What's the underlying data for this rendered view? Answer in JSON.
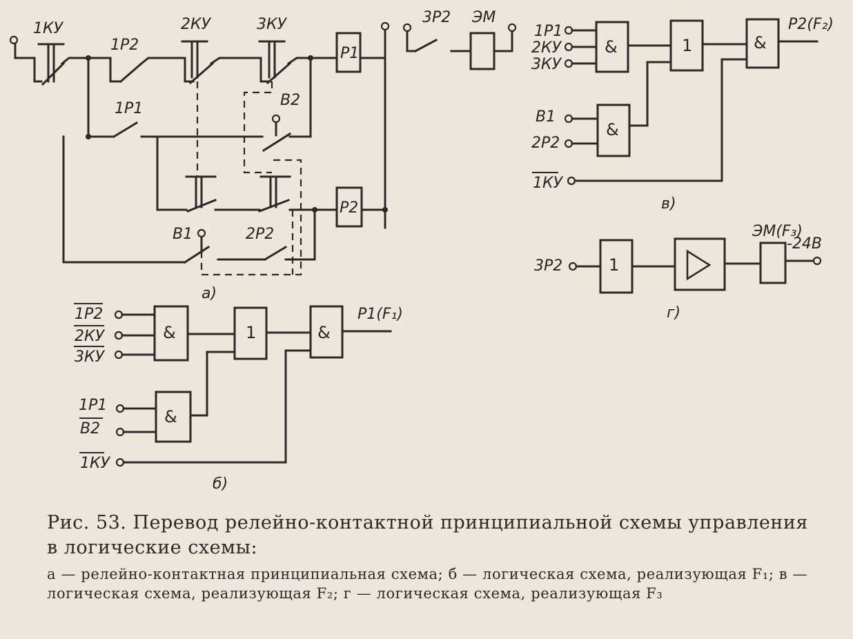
{
  "labels": {
    "ku1": "1КУ",
    "r1p2": "1Р2",
    "ku2": "2КУ",
    "ku3": "3КУ",
    "p1": "Р1",
    "r3p2": "3Р2",
    "em": "ЭМ",
    "r1p1": "1Р1",
    "v2": "В2",
    "p2": "Р2",
    "v1": "В1",
    "r2p2": "2Р2",
    "sub_a": "а)"
  },
  "schema_b": {
    "in_1p2": "1Р2",
    "in_2ku": "2КУ",
    "in_3ku": "3КУ",
    "in_1p1": "1Р1",
    "in_b2": "В2",
    "in_1ku": "1КУ",
    "gate_and": "&",
    "gate_or": "1",
    "output": "Р1(F₁)",
    "sub": "б)"
  },
  "schema_v": {
    "in_1p1": "1Р1",
    "in_2ku": "2КУ",
    "in_3ku": "3КУ",
    "in_b1": "В1",
    "in_2p2": "2Р2",
    "in_1ku": "1КУ",
    "gate_and": "&",
    "gate_or": "1",
    "output": "Р2(F₂)",
    "sub": "в)"
  },
  "schema_g": {
    "in_3p2": "3Р2",
    "gate_or": "1",
    "output": "ЭМ(F₃)",
    "voltage": "-24В",
    "sub": "г)"
  },
  "caption": {
    "main": "Рис. 53. Перевод релейно-контактной принципиальной схемы управления в логические схемы:",
    "sub": "а — релейно-контактная принципиальная схема; б — логическая схема, реализующая F₁; в — логическая схема, реализующая F₂; г — логическая схема, реализующая F₃"
  }
}
